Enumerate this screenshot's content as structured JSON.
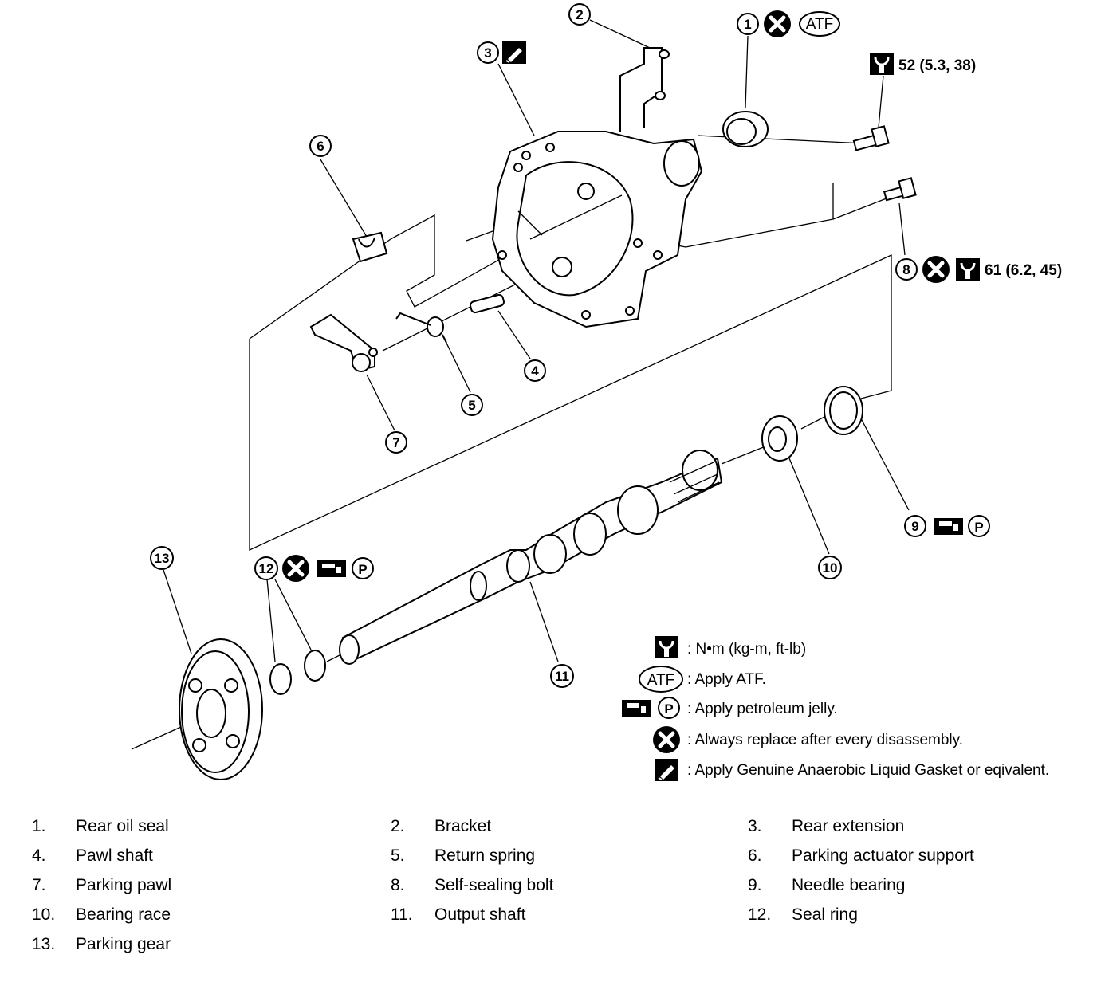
{
  "callouts": {
    "c1": "1",
    "c2": "2",
    "c3": "3",
    "c4": "4",
    "c5": "5",
    "c6": "6",
    "c7": "7",
    "c8": "8",
    "c9": "9",
    "c10": "10",
    "c11": "11",
    "c12": "12",
    "c13": "13"
  },
  "specs": {
    "torque_1": "52  (5.3, 38)",
    "torque_2": "61  (6.2, 45)",
    "atf_badge": "ATF",
    "p_badge": "P"
  },
  "legend": {
    "torque": ":  N•m   (kg-m,   ft-lb)",
    "atf_badge": "ATF",
    "atf": ": Apply ATF.",
    "p_badge": "P",
    "jelly": ": Apply petroleum jelly.",
    "replace": ": Always replace after every disassembly.",
    "gasket": ": Apply Genuine Anaerobic Liquid Gasket or eqivalent."
  },
  "parts": [
    {
      "num": "1.",
      "name": "Rear oil seal"
    },
    {
      "num": "2.",
      "name": "Bracket"
    },
    {
      "num": "3.",
      "name": "Rear extension"
    },
    {
      "num": "4.",
      "name": "Pawl shaft"
    },
    {
      "num": "5.",
      "name": "Return spring"
    },
    {
      "num": "6.",
      "name": "Parking actuator support"
    },
    {
      "num": "7.",
      "name": "Parking pawl"
    },
    {
      "num": "8.",
      "name": "Self-sealing bolt"
    },
    {
      "num": "9.",
      "name": "Needle bearing"
    },
    {
      "num": "10.",
      "name": "Bearing race"
    },
    {
      "num": "11.",
      "name": "Output shaft"
    },
    {
      "num": "12.",
      "name": "Seal ring"
    },
    {
      "num": "13.",
      "name": "Parking gear"
    }
  ]
}
